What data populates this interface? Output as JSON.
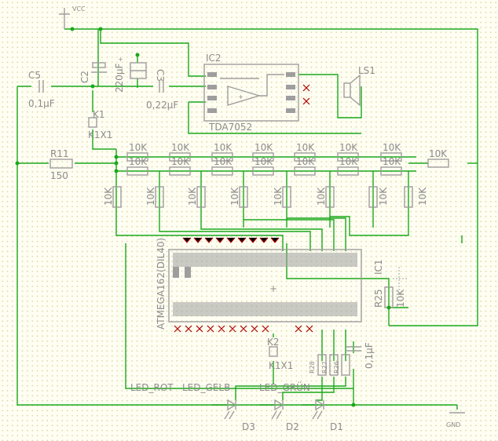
{
  "labels": {
    "vcc": "VCC",
    "gnd": "GND",
    "ic2": "IC2",
    "tda": "TDA7052",
    "ls1": "LS1",
    "c5": "C5",
    "c5_val": "0,1µF",
    "c2": "C2",
    "c2_val": "220µF",
    "c3": "C3",
    "c3_val": "0,22µF",
    "k1": "K1",
    "k1x1": "K1X1",
    "r11": "R11",
    "r11_val": "150",
    "r10k": "10K",
    "ic1": "IC1",
    "atmega": "ATMEGA162(DIL40)",
    "r25": "R25",
    "r25_val": "10K",
    "k2": "K2",
    "k2x1": "K1X1",
    "cap_ic1": "0,1µF",
    "r26": "R26",
    "r27": "R27",
    "r28": "R28",
    "led_rot": "LED_ROT",
    "led_gelb": "LED_GELB",
    "led_gruen": "LED_GRÜN",
    "d1": "D1",
    "d2": "D2",
    "d3": "D3",
    "plus": "+",
    "minus": "-",
    "opamp_plus": "+"
  },
  "colors": {
    "wire": "#1aa81a",
    "part": "#9e9e9e",
    "label": "#8c8c8c",
    "no_connect": "#b00000",
    "background": "#fffef2",
    "grid_dot": "#d9d6a8"
  }
}
